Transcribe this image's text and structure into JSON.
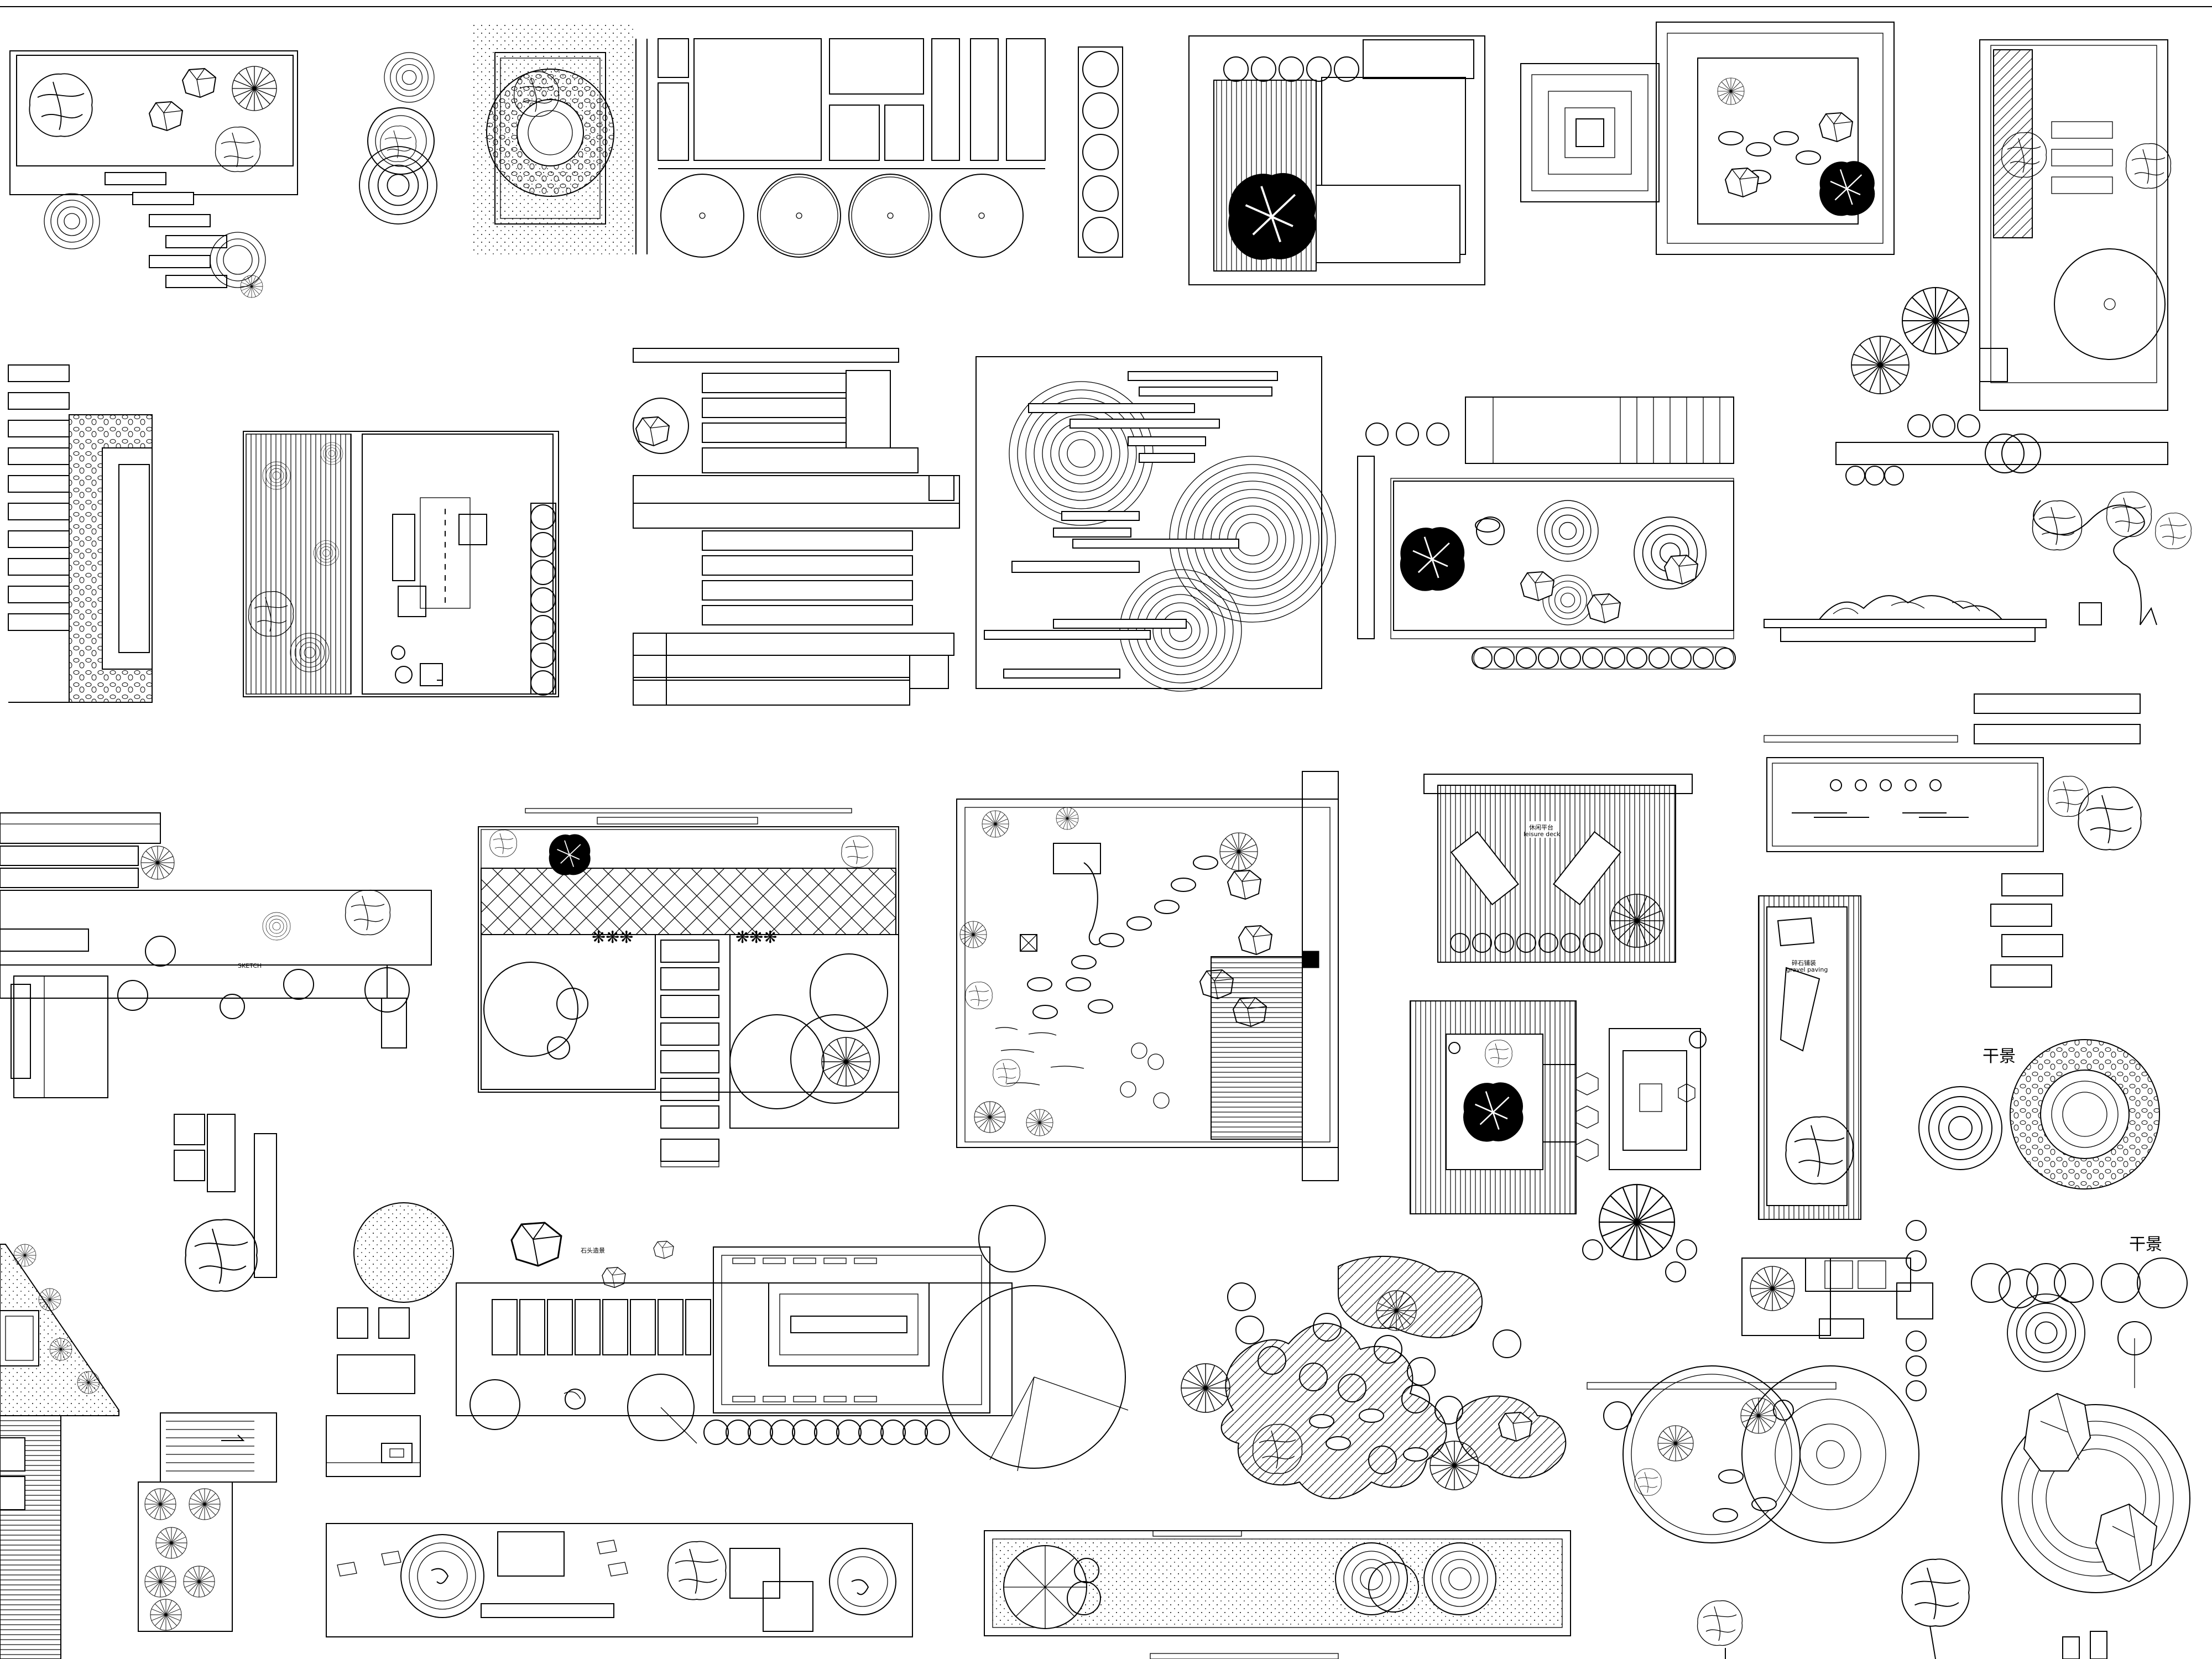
{
  "drawing": {
    "title": "",
    "labels": {
      "dry_landscape_1": "干景",
      "dry_landscape_2": "干景",
      "stone_note": "石头造景",
      "sheet_note_a": "SKETCH",
      "deck_note": "休闲平台",
      "deck_note_sub": "leisure deck",
      "stone_path_note": "碎石铺装",
      "stone_path_sub": "gravel paving"
    }
  },
  "colors": {
    "line": "#000000",
    "paper": "#ffffff"
  },
  "symbols": [
    "tree-symbol",
    "shrub-symbol",
    "rock-symbol",
    "stepping-stone",
    "ripple-circle",
    "deck-plank"
  ]
}
